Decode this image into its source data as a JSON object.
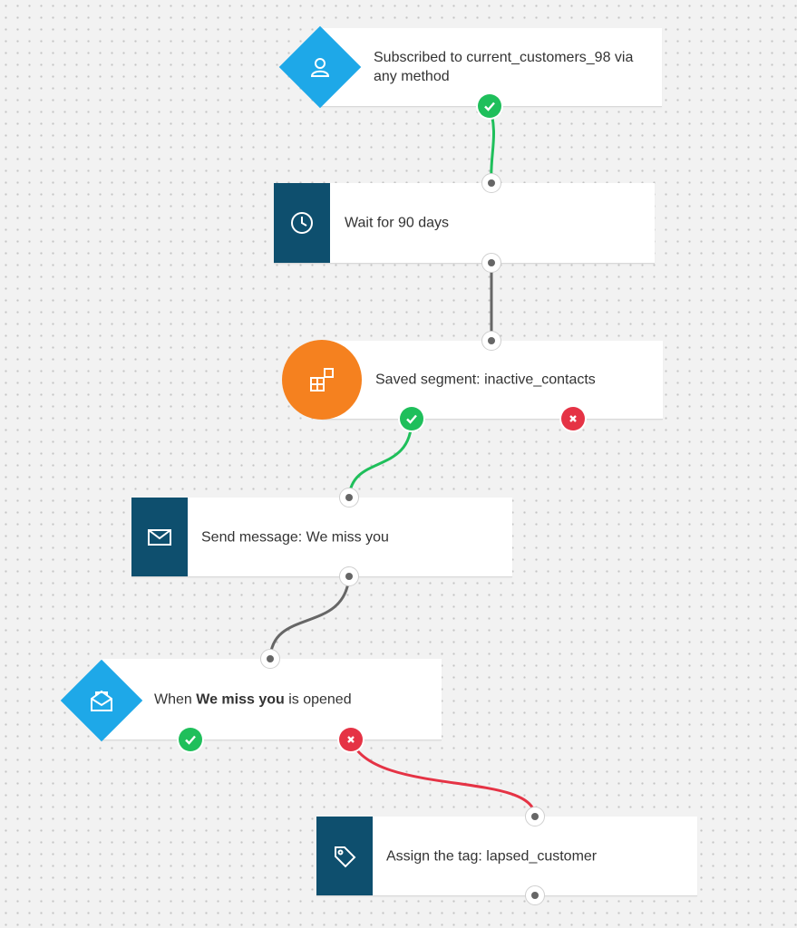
{
  "canvas": {
    "background": "#f2f2f2",
    "grid": "dotted"
  },
  "colors": {
    "square_icon_bg": "#0e4f6e",
    "diamond_bg": "#1ea8e8",
    "segment_circle_bg": "#f5811f",
    "yes_link": "#1fbf5b",
    "no_link": "#e53345",
    "default_link": "#666666"
  },
  "nodes": {
    "trigger": {
      "text": "Subscribed to current_customers_98 via any method",
      "icon": "user-icon"
    },
    "wait": {
      "text": "Wait for 90 days",
      "icon": "clock-icon"
    },
    "segment": {
      "text": "Saved segment: inactive_contacts",
      "icon": "segment-icon"
    },
    "send": {
      "text": "Send message: We miss you",
      "icon": "envelope-icon"
    },
    "opened": {
      "prefix": "When ",
      "bold": "We miss you",
      "suffix": " is opened",
      "icon": "open-envelope-icon"
    },
    "tag": {
      "text": "Assign the tag: lapsed_customer",
      "icon": "tag-icon"
    }
  },
  "links": [
    {
      "from": "trigger",
      "to": "wait",
      "kind": "yes"
    },
    {
      "from": "wait",
      "to": "segment",
      "kind": "default"
    },
    {
      "from": "segment",
      "to": "send",
      "kind": "yes"
    },
    {
      "from": "send",
      "to": "opened",
      "kind": "default"
    },
    {
      "from": "opened",
      "to": "tag",
      "kind": "no"
    }
  ]
}
